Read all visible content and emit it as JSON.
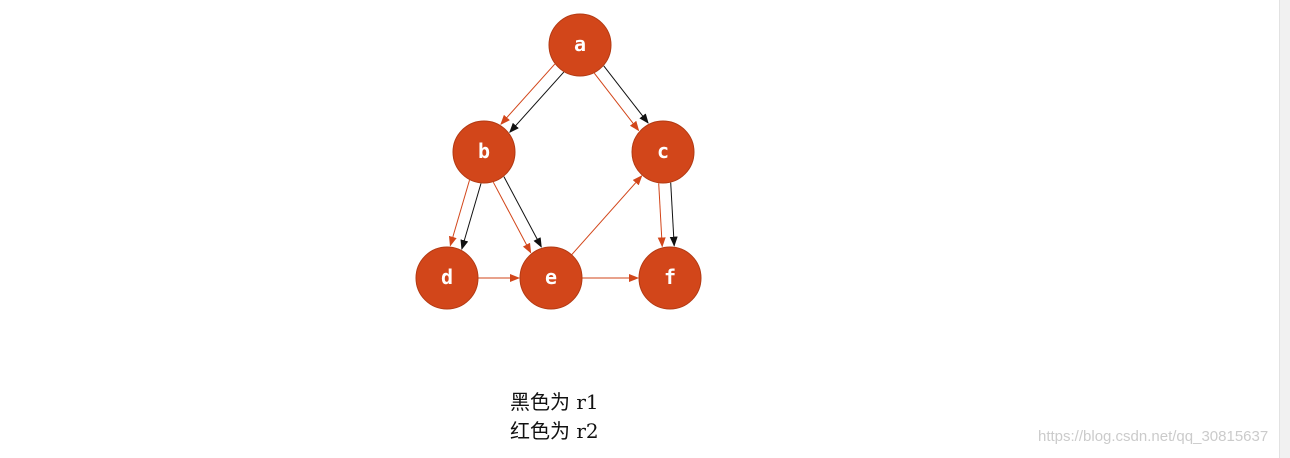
{
  "colors": {
    "node_fill": "#d2461a",
    "r1_edge": "#111111",
    "r2_edge": "#d2461a",
    "node_label": "#ffffff"
  },
  "nodes": [
    {
      "id": "a",
      "label": "a"
    },
    {
      "id": "b",
      "label": "b"
    },
    {
      "id": "c",
      "label": "c"
    },
    {
      "id": "d",
      "label": "d"
    },
    {
      "id": "e",
      "label": "e"
    },
    {
      "id": "f",
      "label": "f"
    }
  ],
  "edges": [
    {
      "from": "a",
      "to": "b",
      "relation": "r1"
    },
    {
      "from": "a",
      "to": "c",
      "relation": "r1"
    },
    {
      "from": "b",
      "to": "d",
      "relation": "r1"
    },
    {
      "from": "b",
      "to": "e",
      "relation": "r1"
    },
    {
      "from": "c",
      "to": "f",
      "relation": "r1"
    },
    {
      "from": "a",
      "to": "b",
      "relation": "r2"
    },
    {
      "from": "a",
      "to": "c",
      "relation": "r2"
    },
    {
      "from": "b",
      "to": "d",
      "relation": "r2"
    },
    {
      "from": "b",
      "to": "e",
      "relation": "r2"
    },
    {
      "from": "c",
      "to": "f",
      "relation": "r2"
    },
    {
      "from": "d",
      "to": "e",
      "relation": "r2"
    },
    {
      "from": "e",
      "to": "c",
      "relation": "r2"
    },
    {
      "from": "e",
      "to": "f",
      "relation": "r2"
    }
  ],
  "legend": {
    "line1": "黑色为 r1",
    "line2": "红色为 r2"
  },
  "watermark": "https://blog.csdn.net/qq_30815637"
}
